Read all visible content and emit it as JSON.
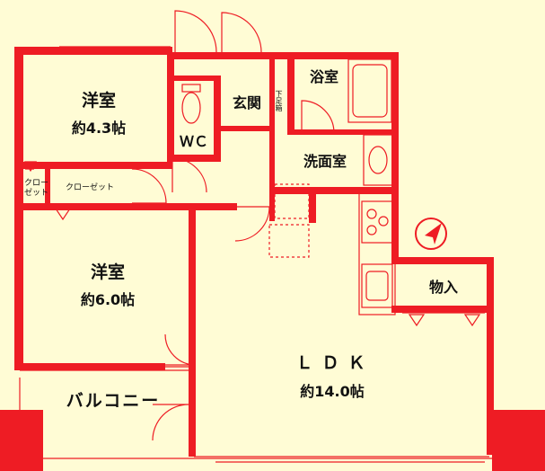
{
  "rooms": {
    "western_room_top": {
      "name": "洋室",
      "size": "約4.3帖"
    },
    "western_room_mid": {
      "name": "洋室",
      "size": "約6.0帖"
    },
    "ldk": {
      "name": "ＬＤＫ",
      "size": "約14.0帖"
    },
    "wc": "ＷＣ",
    "entrance": "玄関",
    "shoe_box": "下足箱",
    "bathroom": "浴室",
    "washroom": "洗面室",
    "closet_small_line1": "クロー",
    "closet_small_line2": "ゼット",
    "closet": "クローゼット",
    "storage": "物入",
    "balcony": "バルコニー"
  },
  "colors": {
    "wall": "#ee1c24",
    "fixture": "#ee1c24",
    "background": "#fffcd5",
    "north_arrow": "#ee1c24"
  },
  "icons": {
    "north": "north-arrow-icon"
  }
}
